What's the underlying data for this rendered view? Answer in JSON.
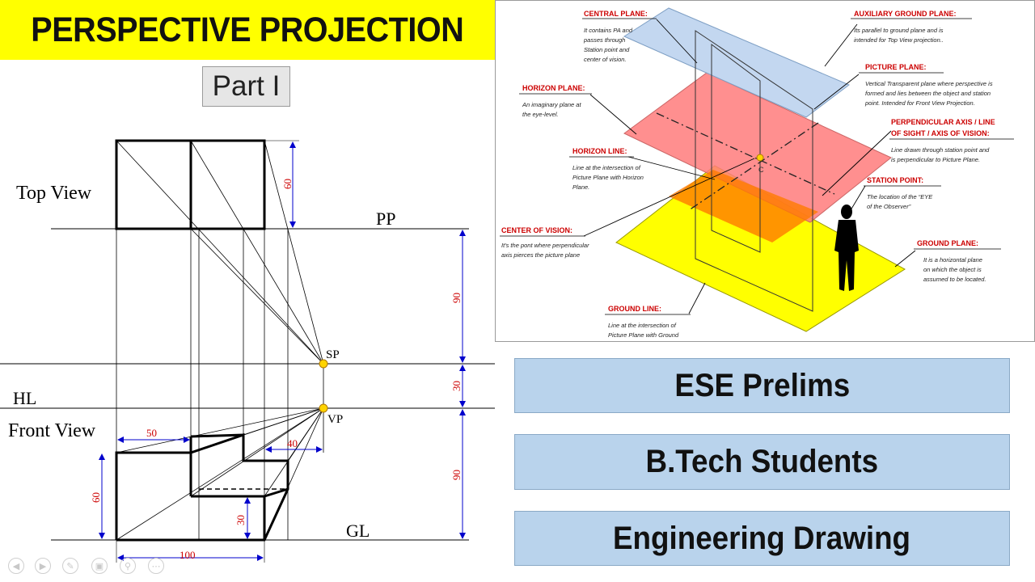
{
  "header": {
    "title": "PERSPECTIVE PROJECTION",
    "part": "Part I"
  },
  "drawing": {
    "labels": {
      "top_view": "Top View",
      "front_view": "Front View",
      "pp": "PP",
      "hl": "HL",
      "gl": "GL",
      "sp": "SP",
      "vp": "VP"
    },
    "dims": {
      "d60_top": "60",
      "d90_upper": "90",
      "d30": "30",
      "d90_lower": "90",
      "d50": "50",
      "d40": "40",
      "d60_front": "60",
      "d30_step": "30",
      "d100": "100"
    }
  },
  "diagram": {
    "central_plane": {
      "title": "CENTRAL PLANE:",
      "desc": [
        "It contains PA and",
        "passes through",
        "Station point and",
        "center of vision."
      ]
    },
    "auxiliary_ground_plane": {
      "title": "AUXILIARY GROUND PLANE:",
      "desc": [
        "Its parallel to ground plane and is",
        "intended for Top View projection.."
      ]
    },
    "picture_plane": {
      "title": "PICTURE PLANE:",
      "desc": [
        "Vertical Transparent plane where perspective is",
        "formed and lies between the object and station",
        "point. Intended for Front View Projection."
      ]
    },
    "horizon_plane": {
      "title": "HORIZON PLANE:",
      "desc": [
        "An imaginary plane at",
        "the eye-level."
      ]
    },
    "perpendicular_axis": {
      "title_lines": [
        "PERPENDICULAR AXIS / LINE",
        "OF SIGHT / AXIS OF VISION:"
      ],
      "desc": [
        "Line drawn through station point and",
        "is perpendicular to Picture Plane."
      ]
    },
    "horizon_line": {
      "title": "HORIZON LINE:",
      "desc": [
        "Line at the intersection of",
        "Picture Plane with Horizon",
        "Plane."
      ]
    },
    "station_point": {
      "title": "STATION POINT:",
      "desc": [
        "The location of the “EYE",
        "of the Observer”"
      ]
    },
    "center_of_vision": {
      "title": "CENTER OF VISION:",
      "desc": [
        "It's the pont where perpendicular",
        "axis pierces the picture plane"
      ]
    },
    "ground_plane": {
      "title": "GROUND PLANE:",
      "desc": [
        "It is a horizontal plane",
        "on which the object is",
        "assumed to be located."
      ]
    },
    "ground_line": {
      "title": "GROUND LINE:",
      "desc": [
        "Line at the intersection of",
        "Picture Plane with Ground"
      ]
    },
    "c_label": "C"
  },
  "tags": {
    "ese": "ESE Prelims",
    "btech": "B.Tech Students",
    "ed": "Engineering Drawing"
  },
  "colors": {
    "title_bg": "#ffff00",
    "tag_bg": "#b9d3ec",
    "dimension": "#0000cc",
    "dim_text": "#cc0000",
    "callout_title": "#cc0000",
    "ground_plane": "#ffff00",
    "horizon_plane": "#ff7b7b",
    "aux_plane": "#bcd3ee"
  },
  "player_controls": [
    "prev-icon",
    "next-icon",
    "pen-icon",
    "slides-icon",
    "zoom-icon",
    "more-icon"
  ]
}
